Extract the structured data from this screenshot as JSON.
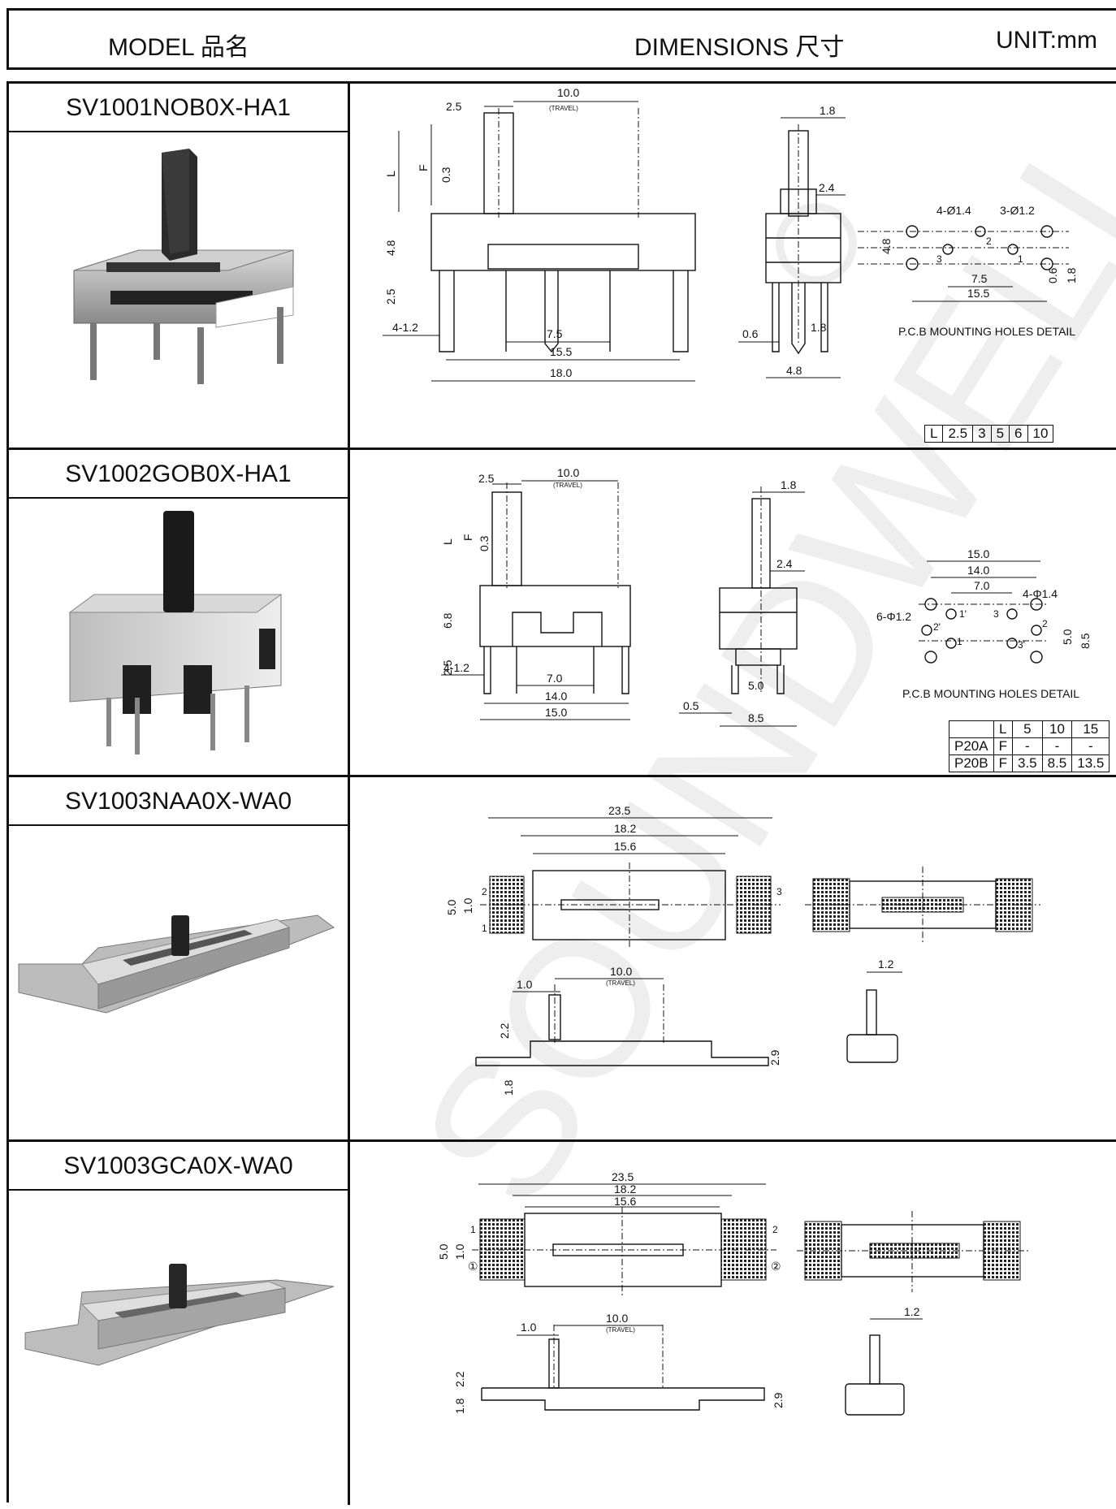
{
  "header": {
    "model_label": "MODEL 品名",
    "dimensions_label": "DIMENSIONS 尺寸",
    "unit_label": "UNIT:mm"
  },
  "watermark": "SOUNDWELL",
  "rows": [
    {
      "model": "SV1001NOB0X-HA1",
      "dims": {
        "travel": "10.0",
        "travel_note": "(TRAVEL)",
        "d_2_5": "2.5",
        "d_1_8": "1.8",
        "L": "L",
        "F": "F",
        "d_0_3": "0.3",
        "d_2_4": "2.4",
        "d_4_8": "4.8",
        "d_2_5v": "2.5",
        "d_4_1_2": "4-1.2",
        "d_7_5": "7.5",
        "d_15_5": "15.5",
        "d_18_0": "18.0",
        "d_0_6": "0.6",
        "d_1_8b": "1.8",
        "d_4_8b": "4.8",
        "h_4_14": "4-Ø1.4",
        "h_3_12": "3-Ø1.2",
        "p_4_8": "4.8",
        "p_7_5": "7.5",
        "p_15_5": "15.5",
        "p_0_6": "0.6",
        "p_1_8": "1.8",
        "n1": "1",
        "n2": "2",
        "n3": "3",
        "pcb": "P.C.B MOUNTING HOLES DETAIL"
      },
      "table": {
        "header": [
          "L",
          "2.5",
          "3",
          "5",
          "6",
          "10"
        ]
      }
    },
    {
      "model": "SV1002GOB0X-HA1",
      "dims": {
        "travel": "10.0",
        "travel_note": "(TRAVEL)",
        "d_2_5": "2.5",
        "d_1_8": "1.8",
        "L": "L",
        "F": "F",
        "d_0_3": "0.3",
        "d_2_4": "2.4",
        "d_6_8": "6.8",
        "d_2_5v": "2.5",
        "d_4_1_2": "4-1.2",
        "d_7_0": "7.0",
        "d_14_0": "14.0",
        "d_15_0": "15.0",
        "d_0_5": "0.5",
        "d_5_0": "5.0",
        "d_8_5": "8.5",
        "p_15_0": "15.0",
        "p_14_0": "14.0",
        "p_7_0": "7.0",
        "h_4_14": "4-Φ1.4",
        "h_6_12": "6-Φ1.2",
        "p_5_0": "5.0",
        "p_8_5": "8.5",
        "n1": "1",
        "n1p": "1'",
        "n2": "2",
        "n2p": "2'",
        "n3": "3",
        "n3p": "3'",
        "pcb": "P.C.B MOUNTING HOLES DETAIL"
      },
      "table": {
        "header": [
          "",
          "L",
          "5",
          "10",
          "15"
        ],
        "rows": [
          [
            "P20A",
            "F",
            "-",
            "-",
            "-"
          ],
          [
            "P20B",
            "F",
            "3.5",
            "8.5",
            "13.5"
          ]
        ]
      }
    },
    {
      "model": "SV1003NAA0X-WA0",
      "dims": {
        "d_23_5": "23.5",
        "d_18_2": "18.2",
        "d_15_6": "15.6",
        "d_5_0": "5.0",
        "d_1_0": "1.0",
        "n1": "1",
        "n2": "2",
        "n3": "3",
        "travel": "10.0",
        "travel_note": "(TRAVEL)",
        "d_1_0b": "1.0",
        "d_2_2": "2.2",
        "d_1_8": "1.8",
        "d_2_9": "2.9",
        "d_1_2": "1.2"
      }
    },
    {
      "model": "SV1003GCA0X-WA0",
      "dims": {
        "d_23_5": "23.5",
        "d_18_2": "18.2",
        "d_15_6": "15.6",
        "d_5_0": "5.0",
        "d_1_0": "1.0",
        "n1": "1",
        "n2": "2",
        "c1": "①",
        "c2": "②",
        "travel": "10.0",
        "travel_note": "(TRAVEL)",
        "d_1_0b": "1.0",
        "d_2_2": "2.2",
        "d_1_8": "1.8",
        "d_2_9": "2.9",
        "d_1_2": "1.2"
      }
    }
  ]
}
